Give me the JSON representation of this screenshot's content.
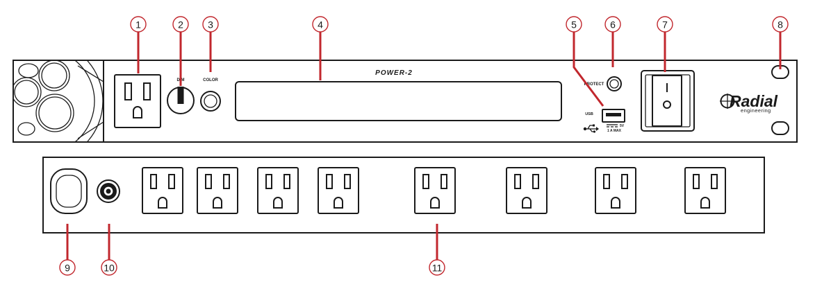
{
  "colors": {
    "callout": "#c1272d",
    "ink": "#1a1a1a",
    "background": "#ffffff"
  },
  "front_panel": {
    "model_name": "POWER-2",
    "dim_label": "DIM",
    "color_label": "COLOR",
    "protect_label": "PROTECT",
    "usb_label": "USB",
    "usb_rating_line1": "5V",
    "usb_rating_line2": "1 A MAX",
    "brand_name": "Radial",
    "brand_sub": "engineering"
  },
  "callouts": [
    "1",
    "2",
    "3",
    "4",
    "5",
    "6",
    "7",
    "8",
    "9",
    "10",
    "11"
  ]
}
